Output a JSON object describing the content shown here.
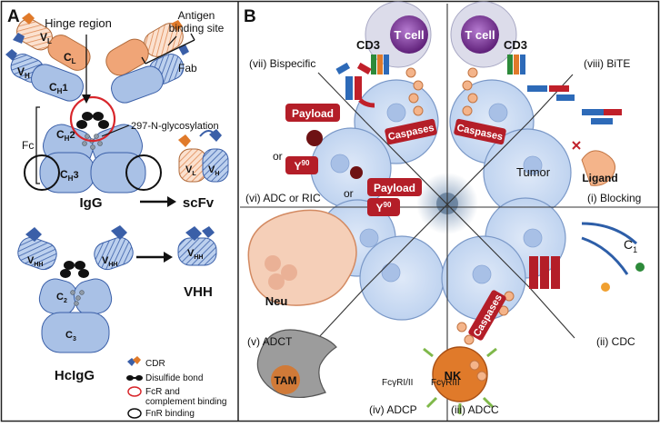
{
  "panel_a": {
    "letter": "A",
    "hinge_region": "Hinge region",
    "antigen_binding_line1": "Antigen",
    "antigen_binding_line2": "binding site",
    "vl": "V",
    "vl_sub": "L",
    "cl": "C",
    "cl_sub": "L",
    "vh": "V",
    "vh_sub": "H",
    "ch1": "C",
    "ch1_sub": "H",
    "ch1_sup": "1",
    "ch2": "C",
    "ch2_sub": "H",
    "ch2_sup": "2",
    "ch3": "C",
    "ch3_sub": "H",
    "ch3_sup": "3",
    "fab": "Fab",
    "fc": "Fc",
    "glyco": "297-N-glycosylation",
    "igg": "IgG",
    "scfv": "scFv",
    "vhh_domain": "V",
    "vhh_domain_sub": "HH",
    "vhh": "VHH",
    "hcigg": "HcIgG"
  },
  "legend": {
    "items": [
      {
        "label": "CDR"
      },
      {
        "label": "Disulfide bond"
      },
      {
        "label": "FcR and"
      },
      {
        "label": "complement binding"
      },
      {
        "label": "FnR binding"
      }
    ]
  },
  "panel_b": {
    "letter": "B",
    "tcell": "T cell",
    "cd3": "CD3",
    "sectors": {
      "bispecific": "(vii) Bispecific",
      "bite": "(viii) BiTE",
      "adc": "(vi) ADC or RIC",
      "blocking": "(i) Blocking",
      "adct": "(v) ADCT",
      "cdc": "(ii) CDC",
      "adcp": "(iv) ADCP",
      "adcc": "(iii) ADCC"
    },
    "caspases": "Caspases",
    "payload": "Payload",
    "y90": "Y",
    "y90_sup": "90",
    "or": "or",
    "tumor": "Tumor",
    "ligand": "Ligand",
    "c1": "C",
    "c1_sub": "1",
    "neu": "Neu",
    "tam": "TAM",
    "nk": "NK",
    "fcgr_adcp": "FcγRI/II",
    "fcgr_adcc": "FcγRIII"
  },
  "colors": {
    "light_blue": "#a9c1e6",
    "dark_blue": "#3a5fa8",
    "orange": "#f0a577",
    "red": "#c0202a",
    "purple": "#7e2e8c",
    "cell_fill": "#c9dbf2",
    "tam_fill": "#9c9c9c",
    "nk_fill": "#e07a2a",
    "neu_fill": "#f5cfb8"
  }
}
